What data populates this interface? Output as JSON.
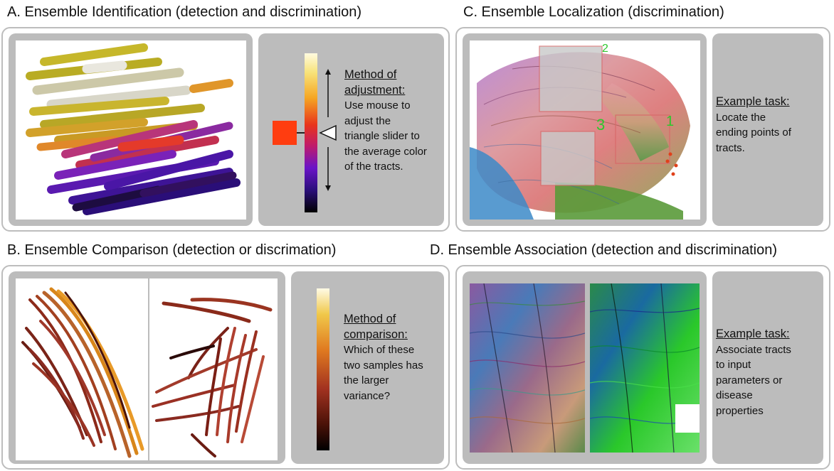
{
  "panels": {
    "a": {
      "title": "A. Ensemble Identification (detection and discrimination)",
      "method_head_1": "Method of",
      "method_head_2": "adjustment:",
      "method_lines": [
        "Use mouse to",
        "adjust the",
        "triangle slider to",
        "the average color",
        "of the tracts."
      ],
      "swatch_color": "#ff3d10"
    },
    "b": {
      "title": "B. Ensemble Comparison (detection or discrimation)",
      "method_head_1": "Method of",
      "method_head_2": "comparison:",
      "method_lines": [
        "Which of these",
        "two samples has",
        "the larger",
        "variance?"
      ]
    },
    "c": {
      "title": "C. Ensemble Localization (discrimination)",
      "task_head": "Example task:",
      "task_lines": [
        "Locate the",
        "ending points of",
        "tracts."
      ],
      "markers": [
        "2",
        "3",
        "1"
      ]
    },
    "d": {
      "title": "D. Ensemble Association (detection and discrimination)",
      "task_head": "Example task:",
      "task_lines": [
        "Associate tracts",
        "to input",
        "parameters or",
        "disease",
        "properties"
      ]
    }
  },
  "colors": {
    "panel_border": "#bdbdbd",
    "gray_box": "#bcbcbc",
    "colormap_inferno": [
      "#fffbe0",
      "#f8e37a",
      "#f5a623",
      "#e8341c",
      "#c01b6a",
      "#6a14c8",
      "#2a0e7a",
      "#000000"
    ],
    "colormap_copper": [
      "#fffbe6",
      "#f0c84a",
      "#e07a20",
      "#a23220",
      "#4a1208",
      "#000000"
    ]
  }
}
